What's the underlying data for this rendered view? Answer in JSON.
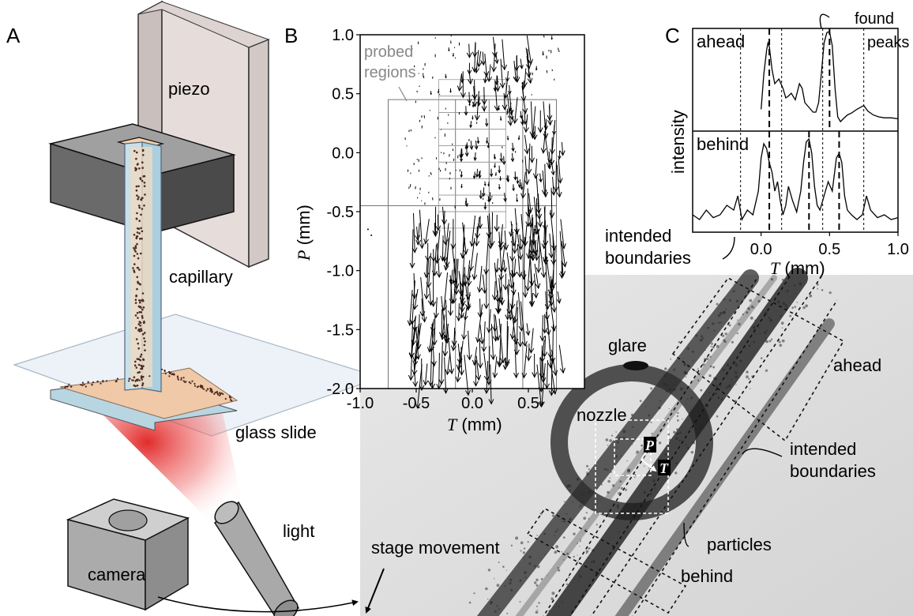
{
  "panel_a": {
    "label": "A",
    "labels": {
      "piezo": "piezo",
      "capillary": "capillary",
      "glass_slide": "glass slide",
      "light": "light",
      "camera": "camera"
    }
  },
  "panel_b": {
    "label": "B",
    "annotation": "probed\nregions",
    "annotation_color": "#888888"
  },
  "panel_c": {
    "label": "C",
    "found_peaks": "found\npeaks",
    "intended_boundaries": "intended\nboundaries"
  },
  "photo": {
    "labels": {
      "glare": "glare",
      "nozzle": "nozzle",
      "ahead": "ahead",
      "intended_boundaries": "intended\nboundaries",
      "particles": "particles",
      "behind": "behind",
      "stage_movement": "stage movement"
    },
    "axis_p": "P",
    "axis_t": "T"
  },
  "chart_data": [
    {
      "type": "scatter",
      "subtype": "quiver",
      "panel": "B",
      "xlabel_var": "T",
      "xlabel_unit": " (mm)",
      "ylabel_var": "P",
      "ylabel_unit": " (mm)",
      "xlim": [
        -1.0,
        1.0
      ],
      "ylim": [
        -2.0,
        1.0
      ],
      "xticks": [
        "-1.0",
        "-0.5",
        "0.0",
        "0.5"
      ],
      "xtick_values": [
        -1.0,
        -0.5,
        0.0,
        0.5
      ],
      "yticks": [
        "1.0",
        "0.5",
        "0.0",
        "-0.5",
        "-1.0",
        "-1.5",
        "-2.0"
      ],
      "ytick_values": [
        1.0,
        0.5,
        0.0,
        -0.5,
        -1.0,
        -1.5,
        -2.0
      ],
      "probed_regions_x_boundaries": [
        -0.75,
        -0.15,
        0.15,
        0.45,
        0.75
      ],
      "probed_regions_y_boundaries": [
        0.45,
        -0.45,
        -2.0
      ],
      "grid": false
    },
    {
      "type": "line",
      "panel": "C",
      "ylabel": "intensity",
      "xlabel_var": "T",
      "xlabel_unit": " (mm)",
      "xlim": [
        -0.5,
        1.0
      ],
      "xticks": [
        "0.0",
        "0.5",
        "1.0"
      ],
      "xtick_values": [
        0.0,
        0.5,
        1.0
      ],
      "intended_boundaries": [
        -0.15,
        0.15,
        0.45,
        0.75
      ],
      "series": [
        {
          "name": "ahead",
          "x": [
            0.0,
            0.02,
            0.04,
            0.05,
            0.06,
            0.08,
            0.1,
            0.13,
            0.16,
            0.18,
            0.2,
            0.22,
            0.25,
            0.28,
            0.3,
            0.32,
            0.35,
            0.38,
            0.4,
            0.42,
            0.44,
            0.46,
            0.48,
            0.5,
            0.52,
            0.54,
            0.56,
            0.58,
            0.6,
            0.63,
            0.66,
            0.7,
            0.75,
            0.78,
            0.82,
            0.86,
            0.9,
            0.95,
            1.0
          ],
          "y": [
            0.18,
            0.55,
            0.8,
            0.88,
            0.84,
            0.6,
            0.45,
            0.5,
            0.4,
            0.3,
            0.32,
            0.35,
            0.28,
            0.45,
            0.4,
            0.25,
            0.2,
            0.15,
            0.15,
            0.25,
            0.55,
            0.88,
            0.99,
            1.0,
            0.85,
            0.4,
            0.1,
            0.05,
            0.08,
            0.12,
            0.14,
            0.18,
            0.22,
            0.16,
            0.12,
            0.1,
            0.09,
            0.09,
            0.08
          ],
          "found_peaks": [
            0.06,
            0.5
          ]
        },
        {
          "name": "behind",
          "x": [
            -0.5,
            -0.45,
            -0.4,
            -0.35,
            -0.3,
            -0.25,
            -0.2,
            -0.17,
            -0.14,
            -0.1,
            -0.06,
            -0.02,
            0.0,
            0.02,
            0.04,
            0.06,
            0.08,
            0.1,
            0.12,
            0.14,
            0.16,
            0.18,
            0.2,
            0.23,
            0.26,
            0.29,
            0.31,
            0.33,
            0.35,
            0.37,
            0.39,
            0.41,
            0.43,
            0.46,
            0.49,
            0.52,
            0.55,
            0.57,
            0.59,
            0.61,
            0.63,
            0.66,
            0.7,
            0.74,
            0.77,
            0.8,
            0.85,
            0.9,
            0.95,
            1.0
          ],
          "y": [
            0.15,
            0.1,
            0.2,
            0.12,
            0.15,
            0.25,
            0.2,
            0.35,
            0.1,
            0.2,
            0.15,
            0.4,
            0.75,
            0.9,
            0.85,
            0.7,
            0.6,
            0.4,
            0.5,
            0.3,
            0.15,
            0.25,
            0.45,
            0.3,
            0.18,
            0.4,
            0.7,
            0.92,
            0.95,
            0.8,
            0.45,
            0.25,
            0.2,
            0.35,
            0.5,
            0.4,
            0.75,
            0.8,
            0.7,
            0.35,
            0.2,
            0.15,
            0.1,
            0.15,
            0.35,
            0.2,
            0.12,
            0.15,
            0.1,
            0.12
          ],
          "found_peaks": [
            0.06,
            0.35,
            0.57
          ]
        }
      ]
    }
  ]
}
